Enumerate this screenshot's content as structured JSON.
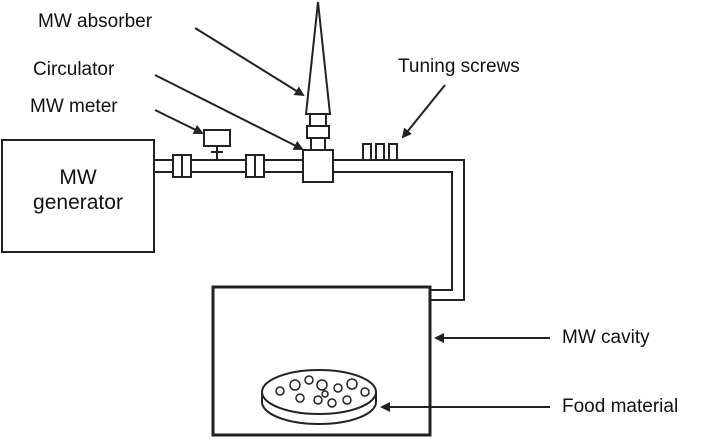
{
  "labels": {
    "mw_absorber": "MW absorber",
    "circulator": "Circulator",
    "mw_meter": "MW meter",
    "tuning_screws": "Tuning screws",
    "mw_generator_line1": "MW",
    "mw_generator_line2": "generator",
    "mw_cavity": "MW cavity",
    "food_material": "Food material"
  },
  "colors": {
    "line": "#222222",
    "background": "#ffffff",
    "text": "#111111"
  }
}
